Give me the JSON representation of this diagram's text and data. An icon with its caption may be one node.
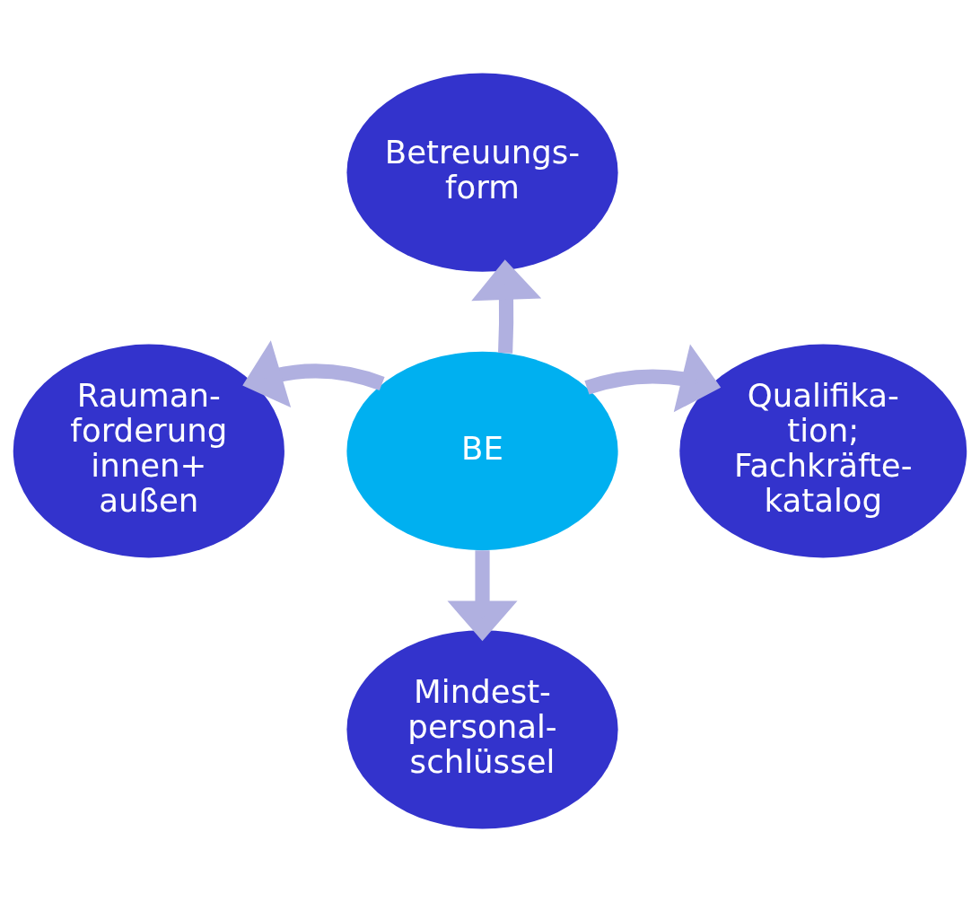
{
  "diagram": {
    "nodes": [
      {
        "text": [
          "BE"
        ]
      },
      {
        "text": [
          "Betreuungs- form"
        ]
      },
      {
        "text": [
          "Qualifika- tion; Fachkräfte- katalog"
        ]
      },
      {
        "text": [
          "Mindest- personal- schlüssel"
        ]
      },
      {
        "text": [
          "Rauman- forderung innen+ außen"
        ]
      }
    ],
    "edges": [
      {
        "from": 0,
        "to": 1,
        "arrow": "to"
      },
      {
        "from": 0,
        "to": 2,
        "arrow": "to"
      },
      {
        "from": 0,
        "to": 3,
        "arrow": "to"
      },
      {
        "from": 0,
        "to": 4,
        "arrow": "to"
      }
    ]
  }
}
